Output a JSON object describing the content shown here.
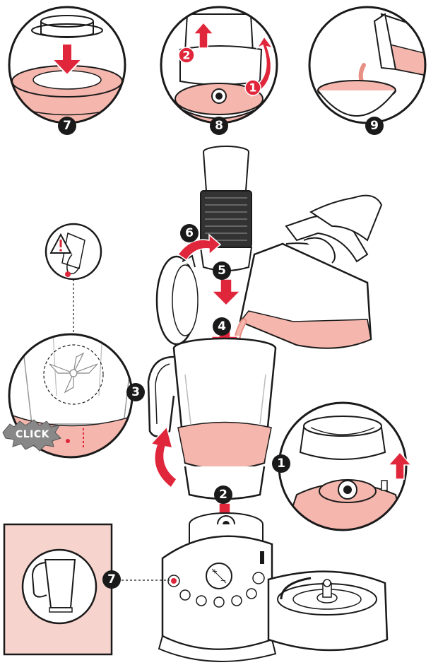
{
  "colors": {
    "accent": "#e0263a",
    "liquid": "#f4b6ad",
    "liquid_dark": "#e89084",
    "outline": "#1a1a1a",
    "panel": "#f6d3cc",
    "badge": "#1a1a1a"
  },
  "top_panels": [
    {
      "badge": "7"
    },
    {
      "badge": "8",
      "arrows": [
        "2",
        "1"
      ]
    },
    {
      "badge": "9"
    }
  ],
  "main_steps": {
    "step_6": "6",
    "step_5": "5",
    "step_4": "4",
    "step_3": "3",
    "step_2": "2",
    "step_1": "1",
    "step_7": "7"
  },
  "click_badge": "CLICK",
  "icons": [
    "warning-icon",
    "blade-icon",
    "jug-icon",
    "plus-icon",
    "minus-icon"
  ]
}
